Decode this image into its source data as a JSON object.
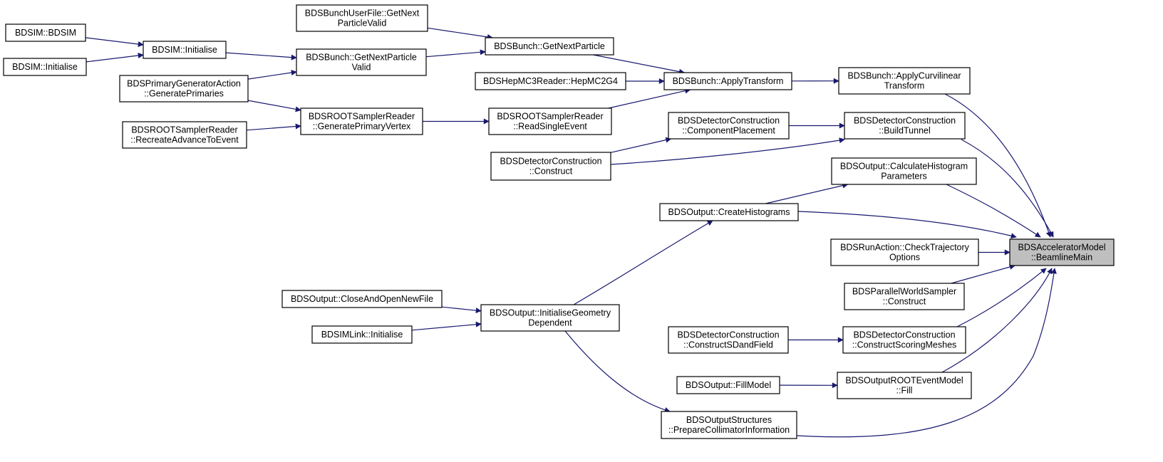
{
  "colors": {
    "edge": "#191970",
    "node_border": "#000000",
    "node_fill": "#ffffff",
    "root_fill": "#bfbfbf"
  },
  "nodes": [
    {
      "id": "n_beamlinemain",
      "lines": [
        "BDSAcceleratorModel",
        "::BeamlineMain"
      ],
      "root": true
    },
    {
      "id": "n_bdsim_bdsim",
      "lines": [
        "BDSIM::BDSIM"
      ]
    },
    {
      "id": "n_bdsim_init_a",
      "lines": [
        "BDSIM::Initialise"
      ]
    },
    {
      "id": "n_bdsim_init_b",
      "lines": [
        "BDSIM::Initialise"
      ]
    },
    {
      "id": "n_userfile_next",
      "lines": [
        "BDSBunchUserFile::GetNext",
        "ParticleValid"
      ]
    },
    {
      "id": "n_bunch_nextvalid",
      "lines": [
        "BDSBunch::GetNextParticle",
        "Valid"
      ]
    },
    {
      "id": "n_bunch_next",
      "lines": [
        "BDSBunch::GetNextParticle"
      ]
    },
    {
      "id": "n_primgen",
      "lines": [
        "BDSPrimaryGeneratorAction",
        "::GeneratePrimaries"
      ]
    },
    {
      "id": "n_hepmc",
      "lines": [
        "BDSHepMC3Reader::HepMC2G4"
      ]
    },
    {
      "id": "n_applytransform",
      "lines": [
        "BDSBunch::ApplyTransform"
      ]
    },
    {
      "id": "n_applycurv",
      "lines": [
        "BDSBunch::ApplyCurvilinear",
        "Transform"
      ]
    },
    {
      "id": "n_recreate",
      "lines": [
        "BDSROOTSamplerReader",
        "::RecreateAdvanceToEvent"
      ]
    },
    {
      "id": "n_genvertex",
      "lines": [
        "BDSROOTSamplerReader",
        "::GeneratePrimaryVertex"
      ]
    },
    {
      "id": "n_readsingle",
      "lines": [
        "BDSROOTSamplerReader",
        "::ReadSingleEvent"
      ]
    },
    {
      "id": "n_compplacement",
      "lines": [
        "BDSDetectorConstruction",
        "::ComponentPlacement"
      ]
    },
    {
      "id": "n_buildtunnel",
      "lines": [
        "BDSDetectorConstruction",
        "::BuildTunnel"
      ]
    },
    {
      "id": "n_detconstruct",
      "lines": [
        "BDSDetectorConstruction",
        "::Construct"
      ]
    },
    {
      "id": "n_calchist",
      "lines": [
        "BDSOutput::CalculateHistogram",
        "Parameters"
      ]
    },
    {
      "id": "n_createhist",
      "lines": [
        "BDSOutput::CreateHistograms"
      ]
    },
    {
      "id": "n_checktraj",
      "lines": [
        "BDSRunAction::CheckTrajectory",
        "Options"
      ]
    },
    {
      "id": "n_pwsampler",
      "lines": [
        "BDSParallelWorldSampler",
        "::Construct"
      ]
    },
    {
      "id": "n_closeopen",
      "lines": [
        "BDSOutput::CloseAndOpenNewFile"
      ]
    },
    {
      "id": "n_initgeom",
      "lines": [
        "BDSOutput::InitialiseGeometry",
        "Dependent"
      ]
    },
    {
      "id": "n_linkinit",
      "lines": [
        "BDSIMLink::Initialise"
      ]
    },
    {
      "id": "n_sdfield",
      "lines": [
        "BDSDetectorConstruction",
        "::ConstructSDandField"
      ]
    },
    {
      "id": "n_scoringmesh",
      "lines": [
        "BDSDetectorConstruction",
        "::ConstructScoringMeshes"
      ]
    },
    {
      "id": "n_fillmodel",
      "lines": [
        "BDSOutput::FillModel"
      ]
    },
    {
      "id": "n_rootfill",
      "lines": [
        "BDSOutputROOTEventModel",
        "::Fill"
      ]
    },
    {
      "id": "n_prepcoll",
      "lines": [
        "BDSOutputStructures",
        "::PrepareCollimatorInformation"
      ]
    }
  ],
  "edges": [
    [
      "n_bdsim_bdsim",
      "n_bdsim_init_a"
    ],
    [
      "n_bdsim_init_b",
      "n_bdsim_init_a"
    ],
    [
      "n_bdsim_init_a",
      "n_bunch_nextvalid"
    ],
    [
      "n_primgen",
      "n_bunch_nextvalid"
    ],
    [
      "n_primgen",
      "n_genvertex"
    ],
    [
      "n_recreate",
      "n_genvertex"
    ],
    [
      "n_userfile_next",
      "n_bunch_next"
    ],
    [
      "n_bunch_nextvalid",
      "n_bunch_next"
    ],
    [
      "n_genvertex",
      "n_readsingle"
    ],
    [
      "n_bunch_next",
      "n_applytransform"
    ],
    [
      "n_hepmc",
      "n_applytransform"
    ],
    [
      "n_readsingle",
      "n_applytransform"
    ],
    [
      "n_applytransform",
      "n_applycurv"
    ],
    [
      "n_detconstruct",
      "n_compplacement"
    ],
    [
      "n_compplacement",
      "n_buildtunnel"
    ],
    [
      "n_detconstruct",
      "n_buildtunnel"
    ],
    [
      "n_createhist",
      "n_calchist"
    ],
    [
      "n_initgeom",
      "n_createhist"
    ],
    [
      "n_closeopen",
      "n_initgeom"
    ],
    [
      "n_linkinit",
      "n_initgeom"
    ],
    [
      "n_initgeom",
      "n_prepcoll"
    ],
    [
      "n_sdfield",
      "n_scoringmesh"
    ],
    [
      "n_fillmodel",
      "n_rootfill"
    ],
    [
      "n_applycurv",
      "n_beamlinemain"
    ],
    [
      "n_buildtunnel",
      "n_beamlinemain"
    ],
    [
      "n_calchist",
      "n_beamlinemain"
    ],
    [
      "n_createhist",
      "n_beamlinemain"
    ],
    [
      "n_checktraj",
      "n_beamlinemain"
    ],
    [
      "n_pwsampler",
      "n_beamlinemain"
    ],
    [
      "n_scoringmesh",
      "n_beamlinemain"
    ],
    [
      "n_rootfill",
      "n_beamlinemain"
    ],
    [
      "n_prepcoll",
      "n_beamlinemain"
    ]
  ]
}
